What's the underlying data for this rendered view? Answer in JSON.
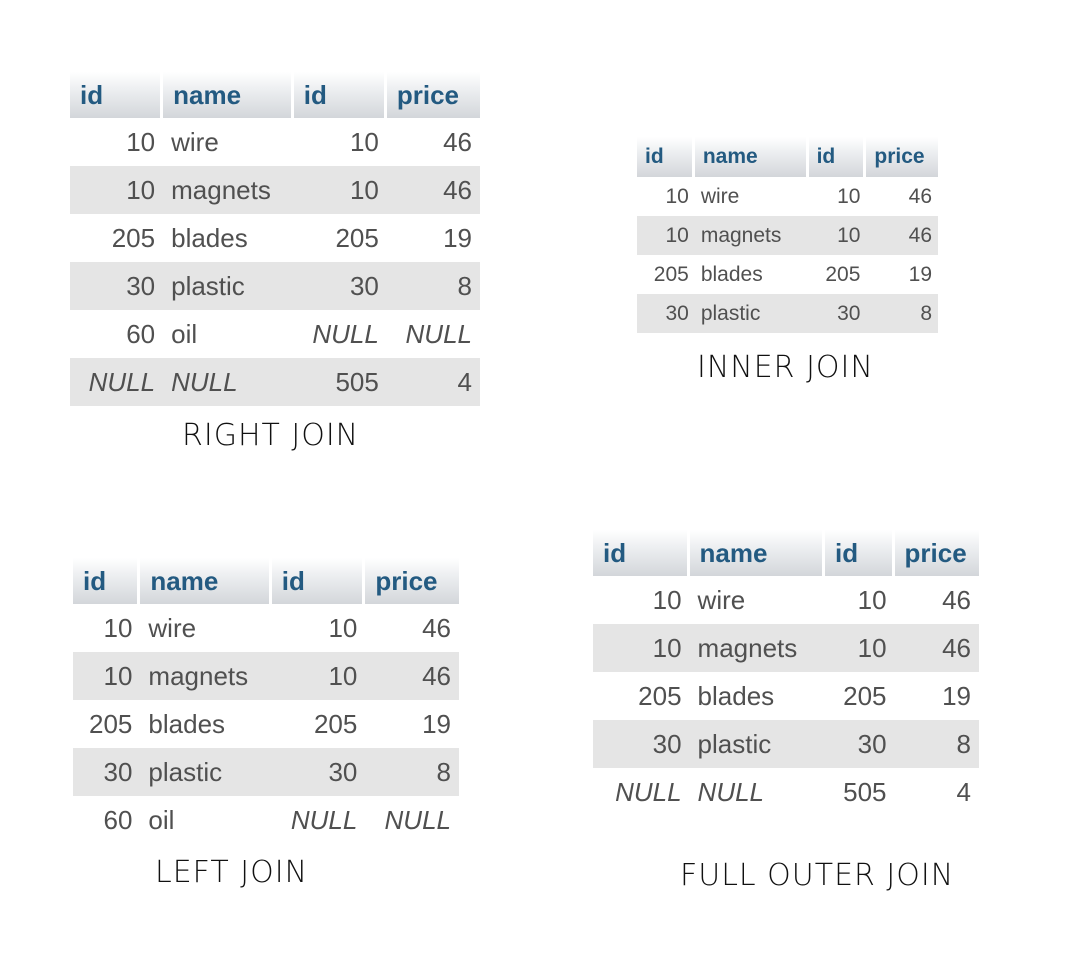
{
  "right_join": {
    "label": "RIGHT JOIN",
    "headers": [
      "id",
      "name",
      "id",
      "price"
    ],
    "rows": [
      [
        "10",
        "wire",
        "10",
        "46"
      ],
      [
        "10",
        "magnets",
        "10",
        "46"
      ],
      [
        "205",
        "blades",
        "205",
        "19"
      ],
      [
        "30",
        "plastic",
        "30",
        "8"
      ],
      [
        "60",
        "oil",
        "NULL",
        "NULL"
      ],
      [
        "NULL",
        "NULL",
        "505",
        "4"
      ]
    ]
  },
  "inner_join": {
    "label": "INNER JOIN",
    "headers": [
      "id",
      "name",
      "id",
      "price"
    ],
    "rows": [
      [
        "10",
        "wire",
        "10",
        "46"
      ],
      [
        "10",
        "magnets",
        "10",
        "46"
      ],
      [
        "205",
        "blades",
        "205",
        "19"
      ],
      [
        "30",
        "plastic",
        "30",
        "8"
      ]
    ]
  },
  "left_join": {
    "label": "LEFT JOIN",
    "headers": [
      "id",
      "name",
      "id",
      "price"
    ],
    "rows": [
      [
        "10",
        "wire",
        "10",
        "46"
      ],
      [
        "10",
        "magnets",
        "10",
        "46"
      ],
      [
        "205",
        "blades",
        "205",
        "19"
      ],
      [
        "30",
        "plastic",
        "30",
        "8"
      ],
      [
        "60",
        "oil",
        "NULL",
        "NULL"
      ]
    ]
  },
  "full_outer_join": {
    "label": "FULL OUTER JOIN",
    "headers": [
      "id",
      "name",
      "id",
      "price"
    ],
    "rows": [
      [
        "10",
        "wire",
        "10",
        "46"
      ],
      [
        "10",
        "magnets",
        "10",
        "46"
      ],
      [
        "205",
        "blades",
        "205",
        "19"
      ],
      [
        "30",
        "plastic",
        "30",
        "8"
      ],
      [
        "NULL",
        "NULL",
        "505",
        "4"
      ]
    ]
  },
  "colors": {
    "header_text": "#235a81",
    "stripe": "#e5e5e5",
    "cell_text": "#505050"
  }
}
